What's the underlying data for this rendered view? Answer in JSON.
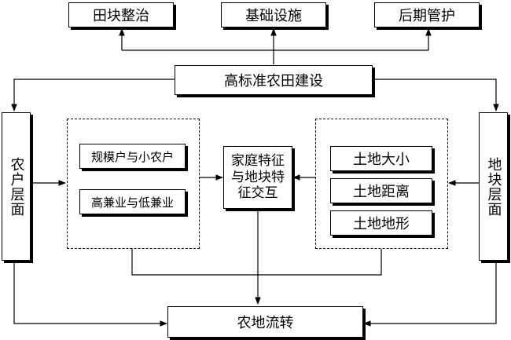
{
  "top_boxes": {
    "land_consolidation": "田块整治",
    "infrastructure": "基础设施",
    "maintenance": "后期管护"
  },
  "center": {
    "high_standard": "高标准农田建设",
    "interaction": "家庭特征与地块特征交互",
    "transfer": "农地流转"
  },
  "left": {
    "farmer_level": "农户层面",
    "scale_farmers": "规模户与小农户",
    "parttime": "高兼业与低兼业"
  },
  "right": {
    "plot_level": "地块层面",
    "land_size": "土地大小",
    "land_distance": "土地距离",
    "land_terrain": "土地地形"
  }
}
